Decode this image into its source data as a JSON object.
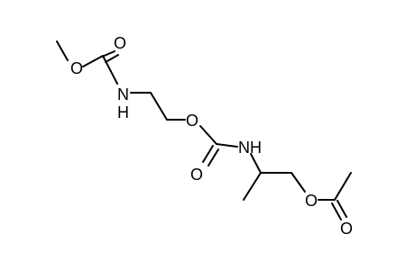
{
  "molecule": {
    "atoms": [
      {
        "id": "o_methyl_ether",
        "symbol": "O"
      },
      {
        "id": "o_carbonyl_1",
        "symbol": "O"
      },
      {
        "id": "n_1",
        "symbol": "N"
      },
      {
        "id": "h_1",
        "symbol": "H"
      },
      {
        "id": "o_carbamate_ether",
        "symbol": "O"
      },
      {
        "id": "o_carbonyl_2",
        "symbol": "O"
      },
      {
        "id": "n_2",
        "symbol": "NH"
      },
      {
        "id": "o_ester",
        "symbol": "O"
      },
      {
        "id": "o_carbonyl_3",
        "symbol": "O"
      }
    ]
  },
  "colors": {
    "bond": "#000000",
    "atom_label": "#000000",
    "background": "#ffffff"
  }
}
